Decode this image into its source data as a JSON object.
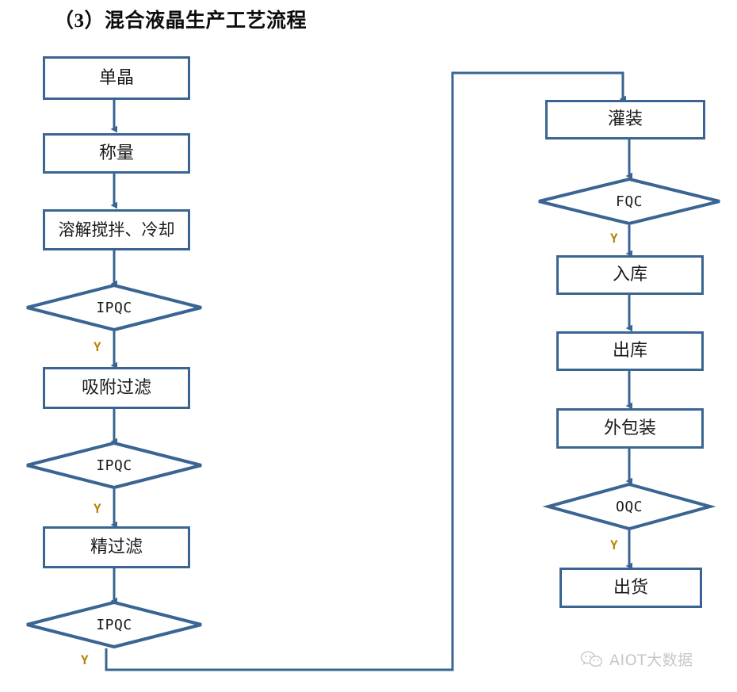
{
  "title": "（3）混合液晶生产工艺流程",
  "colors": {
    "node_border": "#3a6593",
    "connector": "#3a6593",
    "branch_label": "#b8860b",
    "text": "#1a1a1a",
    "background": "#ffffff",
    "watermark": "#9a9a9a"
  },
  "chart_data": {
    "type": "diagram",
    "diagram_kind": "flowchart",
    "title": "（3）混合液晶生产工艺流程",
    "orientation": "two-column, top-to-bottom, with feedback loop from left column to right column",
    "nodes": [
      {
        "id": "n1",
        "label": "单晶",
        "shape": "process",
        "column": "left",
        "order": 1
      },
      {
        "id": "n2",
        "label": "称量",
        "shape": "process",
        "column": "left",
        "order": 2
      },
      {
        "id": "n3",
        "label": "溶解搅拌、冷却",
        "shape": "process",
        "column": "left",
        "order": 3
      },
      {
        "id": "n4",
        "label": "IPQC",
        "shape": "decision",
        "column": "left",
        "order": 4
      },
      {
        "id": "n5",
        "label": "吸附过滤",
        "shape": "process",
        "column": "left",
        "order": 5
      },
      {
        "id": "n6",
        "label": "IPQC",
        "shape": "decision",
        "column": "left",
        "order": 6
      },
      {
        "id": "n7",
        "label": "精过滤",
        "shape": "process",
        "column": "left",
        "order": 7
      },
      {
        "id": "n8",
        "label": "IPQC",
        "shape": "decision",
        "column": "left",
        "order": 8
      },
      {
        "id": "n9",
        "label": "灌装",
        "shape": "process",
        "column": "right",
        "order": 9
      },
      {
        "id": "n10",
        "label": "FQC",
        "shape": "decision",
        "column": "right",
        "order": 10
      },
      {
        "id": "n11",
        "label": "入库",
        "shape": "process",
        "column": "right",
        "order": 11
      },
      {
        "id": "n12",
        "label": "出库",
        "shape": "process",
        "column": "right",
        "order": 12
      },
      {
        "id": "n13",
        "label": "外包装",
        "shape": "process",
        "column": "right",
        "order": 13
      },
      {
        "id": "n14",
        "label": "OQC",
        "shape": "decision",
        "column": "right",
        "order": 14
      },
      {
        "id": "n15",
        "label": "出货",
        "shape": "process",
        "column": "right",
        "order": 15
      }
    ],
    "edges": [
      {
        "from": "n1",
        "to": "n2",
        "label": ""
      },
      {
        "from": "n2",
        "to": "n3",
        "label": ""
      },
      {
        "from": "n3",
        "to": "n4",
        "label": ""
      },
      {
        "from": "n4",
        "to": "n5",
        "label": "Y"
      },
      {
        "from": "n5",
        "to": "n6",
        "label": ""
      },
      {
        "from": "n6",
        "to": "n7",
        "label": "Y"
      },
      {
        "from": "n7",
        "to": "n8",
        "label": ""
      },
      {
        "from": "n8",
        "to": "n9",
        "label": "Y",
        "routing": "down-right-up-right (feedback connector)"
      },
      {
        "from": "n9",
        "to": "n10",
        "label": ""
      },
      {
        "from": "n10",
        "to": "n11",
        "label": "Y"
      },
      {
        "from": "n11",
        "to": "n12",
        "label": ""
      },
      {
        "from": "n12",
        "to": "n13",
        "label": ""
      },
      {
        "from": "n13",
        "to": "n14",
        "label": ""
      },
      {
        "from": "n14",
        "to": "n15",
        "label": "Y"
      }
    ],
    "branch_labels": [
      "Y",
      "Y",
      "Y",
      "Y",
      "Y"
    ]
  },
  "left_column": {
    "nodes": [
      {
        "label": "单晶"
      },
      {
        "label": "称量"
      },
      {
        "label": "溶解搅拌、冷却"
      },
      {
        "label": "IPQC"
      },
      {
        "label": "吸附过滤"
      },
      {
        "label": "IPQC"
      },
      {
        "label": "精过滤"
      },
      {
        "label": "IPQC"
      }
    ]
  },
  "right_column": {
    "nodes": [
      {
        "label": "灌装"
      },
      {
        "label": "FQC"
      },
      {
        "label": "入库"
      },
      {
        "label": "出库"
      },
      {
        "label": "外包装"
      },
      {
        "label": "OQC"
      },
      {
        "label": "出货"
      }
    ]
  },
  "branches": {
    "ipqc1_yes": "Y",
    "ipqc2_yes": "Y",
    "ipqc3_yes": "Y",
    "fqc_yes": "Y",
    "oqc_yes": "Y"
  },
  "watermark": {
    "icon": "wechat-icon",
    "text": "AIOT大数据"
  }
}
